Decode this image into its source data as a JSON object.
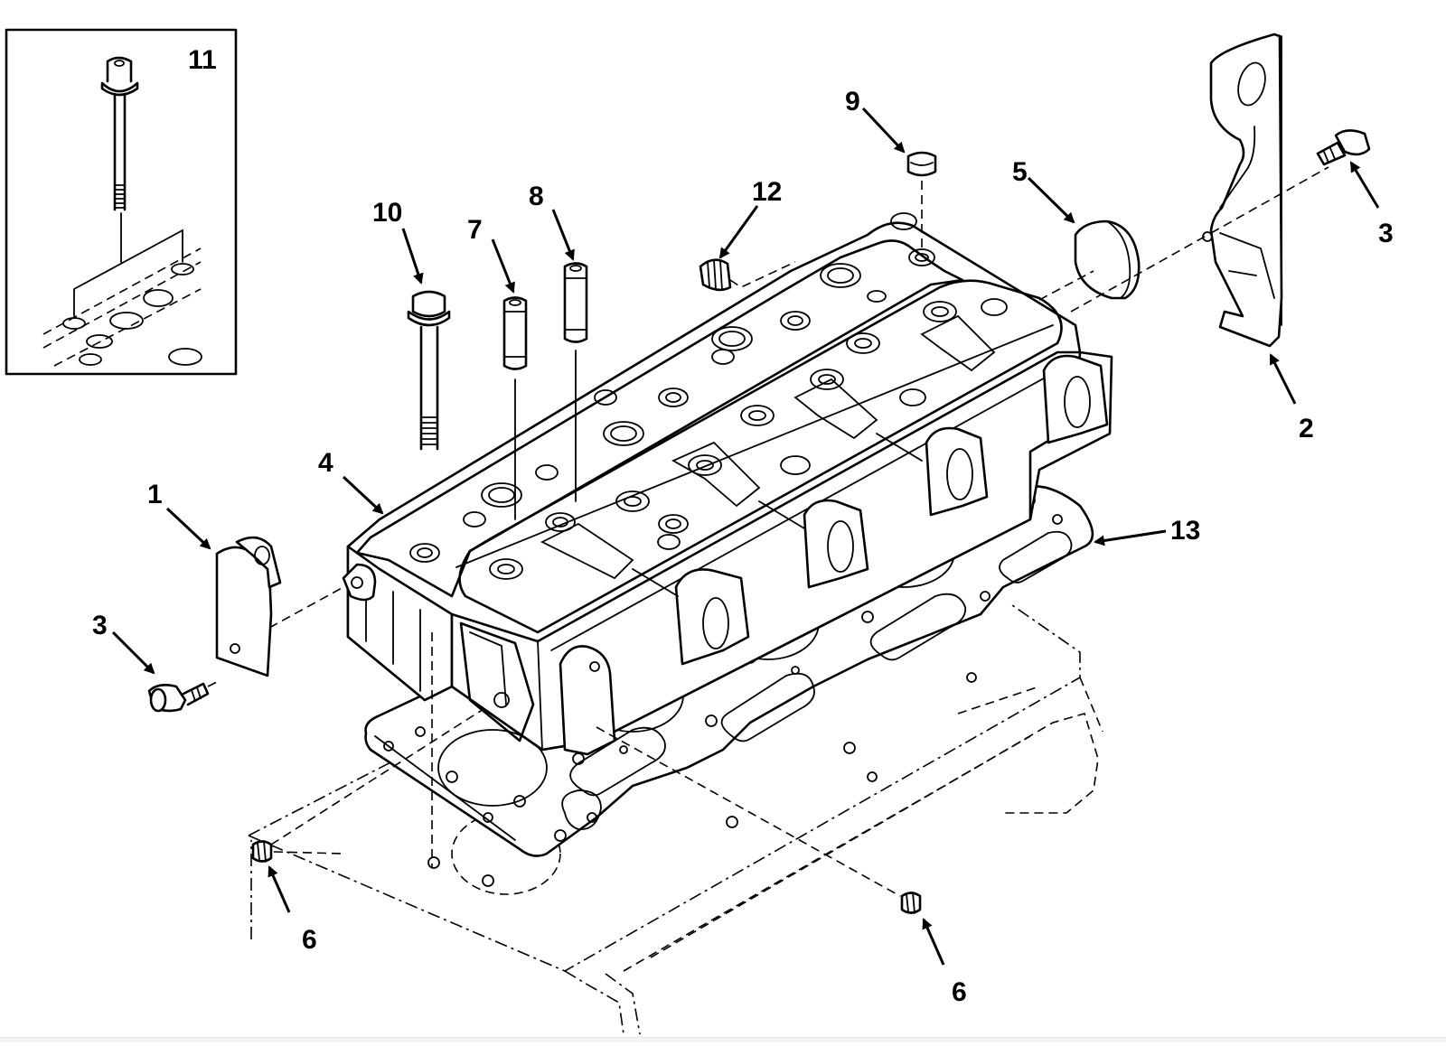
{
  "diagram": {
    "type": "exploded-parts-view",
    "subject": "engine cylinder head assembly",
    "line_color": "#000000",
    "background": "#ffffff",
    "inset": {
      "label": "11",
      "content": "cylinder head bolt installation detail"
    },
    "callouts": [
      {
        "id": "c1",
        "label": "1",
        "part": "end plate (front lifting bracket)"
      },
      {
        "id": "c2",
        "label": "2",
        "part": "rear lifting bracket"
      },
      {
        "id": "c3a",
        "label": "3",
        "part": "bolt (front)"
      },
      {
        "id": "c3b",
        "label": "3",
        "part": "bolt (rear)"
      },
      {
        "id": "c4",
        "label": "4",
        "part": "cylinder head"
      },
      {
        "id": "c5",
        "label": "5",
        "part": "expansion plug / cap"
      },
      {
        "id": "c6a",
        "label": "6",
        "part": "dowel plug (left)"
      },
      {
        "id": "c6b",
        "label": "6",
        "part": "dowel plug (right)"
      },
      {
        "id": "c7",
        "label": "7",
        "part": "valve guide (short)"
      },
      {
        "id": "c8",
        "label": "8",
        "part": "valve guide (long)"
      },
      {
        "id": "c9",
        "label": "9",
        "part": "plug cap"
      },
      {
        "id": "c10",
        "label": "10",
        "part": "cylinder head bolt"
      },
      {
        "id": "c11",
        "label": "11",
        "part": "cylinder head bolt (inset detail)"
      },
      {
        "id": "c12",
        "label": "12",
        "part": "threaded plug"
      },
      {
        "id": "c13",
        "label": "13",
        "part": "cylinder head gasket"
      }
    ]
  }
}
